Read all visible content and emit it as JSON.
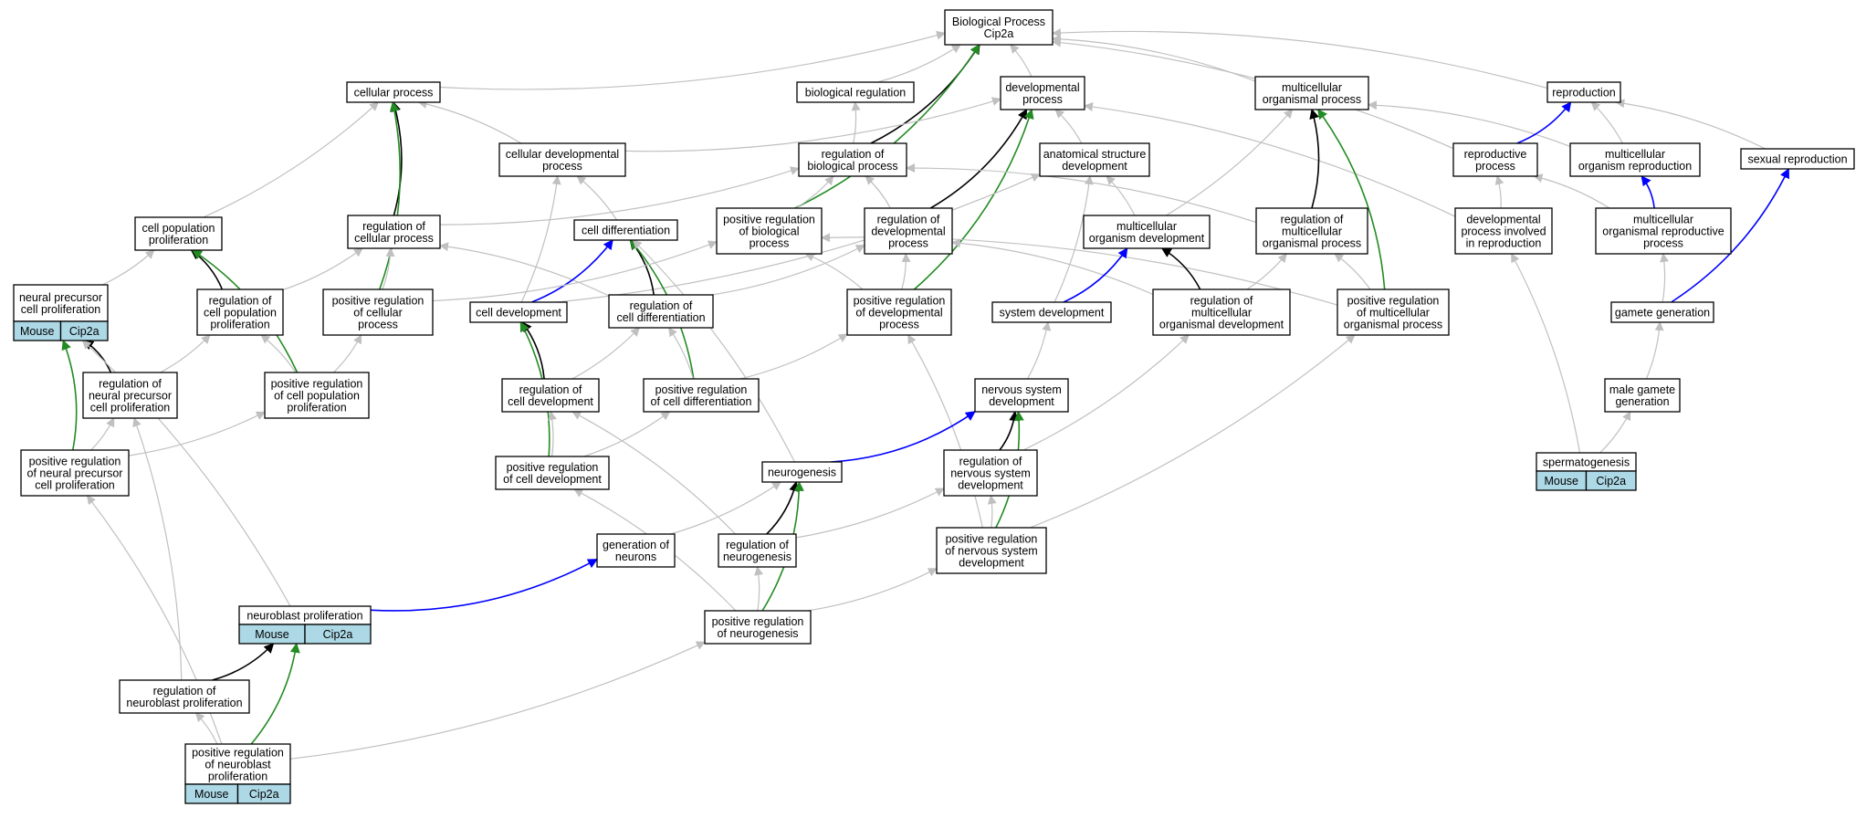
{
  "title": "",
  "colors": {
    "is_a": "#c0c0c0",
    "part_of": "#000000",
    "positively_regulates": "#228b22",
    "regulates": "#0000ff",
    "annotation_fill": "#add8e6"
  },
  "nodes": {
    "bp": {
      "lines": [
        "Biological Process",
        "Cip2a"
      ]
    },
    "cp": {
      "lines": [
        "cellular process"
      ]
    },
    "br": {
      "lines": [
        "biological regulation"
      ]
    },
    "dp": {
      "lines": [
        "developmental",
        "process"
      ]
    },
    "mop": {
      "lines": [
        "multicellular",
        "organismal process"
      ]
    },
    "rep": {
      "lines": [
        "reproduction"
      ]
    },
    "cdp": {
      "lines": [
        "cellular developmental",
        "process"
      ]
    },
    "rbp": {
      "lines": [
        "regulation of",
        "biological process"
      ]
    },
    "asd": {
      "lines": [
        "anatomical structure",
        "development"
      ]
    },
    "rp": {
      "lines": [
        "reproductive",
        "process"
      ]
    },
    "mor": {
      "lines": [
        "multicellular",
        "organism reproduction"
      ]
    },
    "sr": {
      "lines": [
        "sexual reproduction"
      ]
    },
    "cpp": {
      "lines": [
        "cell population",
        "proliferation"
      ]
    },
    "rcp": {
      "lines": [
        "regulation of",
        "cellular process"
      ]
    },
    "cd": {
      "lines": [
        "cell differentiation"
      ]
    },
    "prbp": {
      "lines": [
        "positive regulation",
        "of biological",
        "process"
      ]
    },
    "rdp": {
      "lines": [
        "regulation of",
        "developmental",
        "process"
      ]
    },
    "mod": {
      "lines": [
        "multicellular",
        "organism development"
      ]
    },
    "rmop": {
      "lines": [
        "regulation of",
        "multicellular",
        "organismal process"
      ]
    },
    "dpir": {
      "lines": [
        "developmental",
        "process involved",
        "in reproduction"
      ]
    },
    "morp": {
      "lines": [
        "multicellular",
        "organismal reproductive",
        "process"
      ]
    },
    "npcp": {
      "lines": [
        "neural precursor",
        "cell proliferation"
      ],
      "tags": [
        "Mouse",
        "Cip2a"
      ]
    },
    "rcpp": {
      "lines": [
        "regulation of",
        "cell population",
        "proliferation"
      ]
    },
    "prcp": {
      "lines": [
        "positive regulation",
        "of cellular",
        "process"
      ]
    },
    "cdev": {
      "lines": [
        "cell development"
      ]
    },
    "rcd": {
      "lines": [
        "regulation of",
        "cell differentiation"
      ]
    },
    "prdp": {
      "lines": [
        "positive regulation",
        "of developmental",
        "process"
      ]
    },
    "sd": {
      "lines": [
        "system development"
      ]
    },
    "rmod": {
      "lines": [
        "regulation of",
        "multicellular",
        "organismal development"
      ]
    },
    "prmop": {
      "lines": [
        "positive regulation",
        "of multicellular",
        "organismal process"
      ]
    },
    "gg": {
      "lines": [
        "gamete generation"
      ]
    },
    "rnpcp": {
      "lines": [
        "regulation of",
        "neural precursor",
        "cell proliferation"
      ]
    },
    "prcpp": {
      "lines": [
        "positive regulation",
        "of cell population",
        "proliferation"
      ]
    },
    "rcdev": {
      "lines": [
        "regulation of",
        "cell development"
      ]
    },
    "prcd": {
      "lines": [
        "positive regulation",
        "of cell differentiation"
      ]
    },
    "nsd": {
      "lines": [
        "nervous system",
        "development"
      ]
    },
    "mgg": {
      "lines": [
        "male gamete",
        "generation"
      ]
    },
    "prnpcp": {
      "lines": [
        "positive regulation",
        "of neural precursor",
        "cell proliferation"
      ]
    },
    "prcdev": {
      "lines": [
        "positive regulation",
        "of cell development"
      ]
    },
    "ng": {
      "lines": [
        "neurogenesis"
      ]
    },
    "rnsd": {
      "lines": [
        "regulation of",
        "nervous system",
        "development"
      ]
    },
    "sp": {
      "lines": [
        "spermatogenesis"
      ],
      "tags": [
        "Mouse",
        "Cip2a"
      ]
    },
    "gon": {
      "lines": [
        "generation of",
        "neurons"
      ]
    },
    "rng": {
      "lines": [
        "regulation of",
        "neurogenesis"
      ]
    },
    "prnsd": {
      "lines": [
        "positive regulation",
        "of nervous system",
        "development"
      ]
    },
    "nbp": {
      "lines": [
        "neuroblast proliferation"
      ],
      "tags": [
        "Mouse",
        "Cip2a"
      ]
    },
    "prng": {
      "lines": [
        "positive regulation",
        "of neurogenesis"
      ]
    },
    "rnbp": {
      "lines": [
        "regulation of",
        "neuroblast proliferation"
      ]
    },
    "prnbp": {
      "lines": [
        "positive regulation",
        "of neuroblast",
        "proliferation"
      ],
      "tags": [
        "Mouse",
        "Cip2a"
      ]
    }
  },
  "edges": [
    {
      "from": "cp",
      "to": "bp",
      "type": "is_a"
    },
    {
      "from": "br",
      "to": "bp",
      "type": "is_a"
    },
    {
      "from": "dp",
      "to": "bp",
      "type": "is_a"
    },
    {
      "from": "mop",
      "to": "bp",
      "type": "is_a"
    },
    {
      "from": "rep",
      "to": "bp",
      "type": "is_a"
    },
    {
      "from": "rp",
      "to": "bp",
      "type": "is_a"
    },
    {
      "from": "rbp",
      "to": "bp",
      "type": "part_of"
    },
    {
      "from": "prbp",
      "to": "bp",
      "type": "positively_regulates"
    },
    {
      "from": "cdp",
      "to": "cp",
      "type": "is_a"
    },
    {
      "from": "cdp",
      "to": "dp",
      "type": "is_a"
    },
    {
      "from": "cpp",
      "to": "cp",
      "type": "is_a"
    },
    {
      "from": "rcp",
      "to": "cp",
      "type": "part_of"
    },
    {
      "from": "prcp",
      "to": "cp",
      "type": "positively_regulates"
    },
    {
      "from": "rbp",
      "to": "br",
      "type": "is_a"
    },
    {
      "from": "asd",
      "to": "dp",
      "type": "is_a"
    },
    {
      "from": "dpir",
      "to": "dp",
      "type": "is_a"
    },
    {
      "from": "rdp",
      "to": "dp",
      "type": "part_of"
    },
    {
      "from": "prdp",
      "to": "dp",
      "type": "positively_regulates"
    },
    {
      "from": "mod",
      "to": "mop",
      "type": "is_a"
    },
    {
      "from": "mor",
      "to": "mop",
      "type": "is_a"
    },
    {
      "from": "rmop",
      "to": "mop",
      "type": "part_of"
    },
    {
      "from": "prmop",
      "to": "mop",
      "type": "positively_regulates"
    },
    {
      "from": "mor",
      "to": "rep",
      "type": "is_a"
    },
    {
      "from": "sr",
      "to": "rep",
      "type": "is_a"
    },
    {
      "from": "rp",
      "to": "rep",
      "type": "regulates"
    },
    {
      "from": "rcp",
      "to": "rbp",
      "type": "is_a"
    },
    {
      "from": "prbp",
      "to": "rbp",
      "type": "is_a"
    },
    {
      "from": "rdp",
      "to": "rbp",
      "type": "is_a"
    },
    {
      "from": "rmop",
      "to": "rbp",
      "type": "is_a"
    },
    {
      "from": "mod",
      "to": "asd",
      "type": "is_a"
    },
    {
      "from": "cdev",
      "to": "asd",
      "type": "is_a"
    },
    {
      "from": "sd",
      "to": "asd",
      "type": "is_a"
    },
    {
      "from": "dpir",
      "to": "rp",
      "type": "is_a"
    },
    {
      "from": "morp",
      "to": "rp",
      "type": "is_a"
    },
    {
      "from": "morp",
      "to": "mor",
      "type": "regulates"
    },
    {
      "from": "gg",
      "to": "sr",
      "type": "regulates"
    },
    {
      "from": "rcpp",
      "to": "cpp",
      "type": "part_of"
    },
    {
      "from": "npcp",
      "to": "cpp",
      "type": "is_a"
    },
    {
      "from": "prcpp",
      "to": "cpp",
      "type": "positively_regulates"
    },
    {
      "from": "rcpp",
      "to": "rcp",
      "type": "is_a"
    },
    {
      "from": "prcp",
      "to": "rcp",
      "type": "is_a"
    },
    {
      "from": "rcd",
      "to": "rcp",
      "type": "is_a"
    },
    {
      "from": "cd",
      "to": "cdp",
      "type": "is_a"
    },
    {
      "from": "cdev",
      "to": "cdp",
      "type": "is_a"
    },
    {
      "from": "cdev",
      "to": "cd",
      "type": "regulates"
    },
    {
      "from": "rcd",
      "to": "cd",
      "type": "part_of"
    },
    {
      "from": "prcd",
      "to": "cd",
      "type": "positively_regulates"
    },
    {
      "from": "ng",
      "to": "cd",
      "type": "is_a"
    },
    {
      "from": "prcp",
      "to": "prbp",
      "type": "is_a"
    },
    {
      "from": "prdp",
      "to": "prbp",
      "type": "is_a"
    },
    {
      "from": "prmop",
      "to": "prbp",
      "type": "is_a"
    },
    {
      "from": "rcd",
      "to": "rdp",
      "type": "is_a"
    },
    {
      "from": "prdp",
      "to": "rdp",
      "type": "is_a"
    },
    {
      "from": "rmod",
      "to": "rdp",
      "type": "is_a"
    },
    {
      "from": "sd",
      "to": "mod",
      "type": "regulates"
    },
    {
      "from": "rmod",
      "to": "mod",
      "type": "part_of"
    },
    {
      "from": "rmod",
      "to": "rmop",
      "type": "is_a"
    },
    {
      "from": "prmop",
      "to": "rmop",
      "type": "is_a"
    },
    {
      "from": "sp",
      "to": "dpir",
      "type": "is_a"
    },
    {
      "from": "gg",
      "to": "morp",
      "type": "is_a"
    },
    {
      "from": "rnpcp",
      "to": "npcp",
      "type": "part_of"
    },
    {
      "from": "prnpcp",
      "to": "npcp",
      "type": "positively_regulates"
    },
    {
      "from": "nbp",
      "to": "npcp",
      "type": "is_a"
    },
    {
      "from": "prcpp",
      "to": "rcpp",
      "type": "is_a"
    },
    {
      "from": "rnpcp",
      "to": "rcpp",
      "type": "is_a"
    },
    {
      "from": "prcpp",
      "to": "prcp",
      "type": "is_a"
    },
    {
      "from": "rcdev",
      "to": "cdev",
      "type": "part_of"
    },
    {
      "from": "prcdev",
      "to": "cdev",
      "type": "positively_regulates"
    },
    {
      "from": "prcd",
      "to": "rcd",
      "type": "is_a"
    },
    {
      "from": "rcdev",
      "to": "rcd",
      "type": "is_a"
    },
    {
      "from": "prcd",
      "to": "prdp",
      "type": "is_a"
    },
    {
      "from": "prcdev",
      "to": "prcd",
      "type": "is_a"
    },
    {
      "from": "prnsd",
      "to": "prdp",
      "type": "is_a"
    },
    {
      "from": "nsd",
      "to": "sd",
      "type": "is_a"
    },
    {
      "from": "rnsd",
      "to": "rmod",
      "type": "is_a"
    },
    {
      "from": "prnsd",
      "to": "prmop",
      "type": "is_a"
    },
    {
      "from": "mgg",
      "to": "gg",
      "type": "is_a"
    },
    {
      "from": "sp",
      "to": "mgg",
      "type": "is_a"
    },
    {
      "from": "prnpcp",
      "to": "rnpcp",
      "type": "is_a"
    },
    {
      "from": "prnpcp",
      "to": "prcpp",
      "type": "is_a"
    },
    {
      "from": "rng",
      "to": "rcdev",
      "type": "is_a"
    },
    {
      "from": "prcdev",
      "to": "rcdev",
      "type": "is_a"
    },
    {
      "from": "prng",
      "to": "prcdev",
      "type": "is_a"
    },
    {
      "from": "ng",
      "to": "nsd",
      "type": "regulates"
    },
    {
      "from": "rnsd",
      "to": "nsd",
      "type": "part_of"
    },
    {
      "from": "prnsd",
      "to": "nsd",
      "type": "positively_regulates"
    },
    {
      "from": "gon",
      "to": "ng",
      "type": "is_a"
    },
    {
      "from": "rng",
      "to": "ng",
      "type": "part_of"
    },
    {
      "from": "prng",
      "to": "ng",
      "type": "positively_regulates"
    },
    {
      "from": "prnsd",
      "to": "rnsd",
      "type": "is_a"
    },
    {
      "from": "rng",
      "to": "rnsd",
      "type": "is_a"
    },
    {
      "from": "prng",
      "to": "rng",
      "type": "is_a"
    },
    {
      "from": "prng",
      "to": "prnsd",
      "type": "is_a"
    },
    {
      "from": "nbp",
      "to": "gon",
      "type": "regulates"
    },
    {
      "from": "rnbp",
      "to": "nbp",
      "type": "part_of"
    },
    {
      "from": "prnbp",
      "to": "nbp",
      "type": "positively_regulates"
    },
    {
      "from": "rnbp",
      "to": "rnpcp",
      "type": "is_a"
    },
    {
      "from": "prnbp",
      "to": "rnbp",
      "type": "is_a"
    },
    {
      "from": "prnbp",
      "to": "prnpcp",
      "type": "is_a"
    },
    {
      "from": "prnbp",
      "to": "prng",
      "type": "is_a"
    }
  ]
}
